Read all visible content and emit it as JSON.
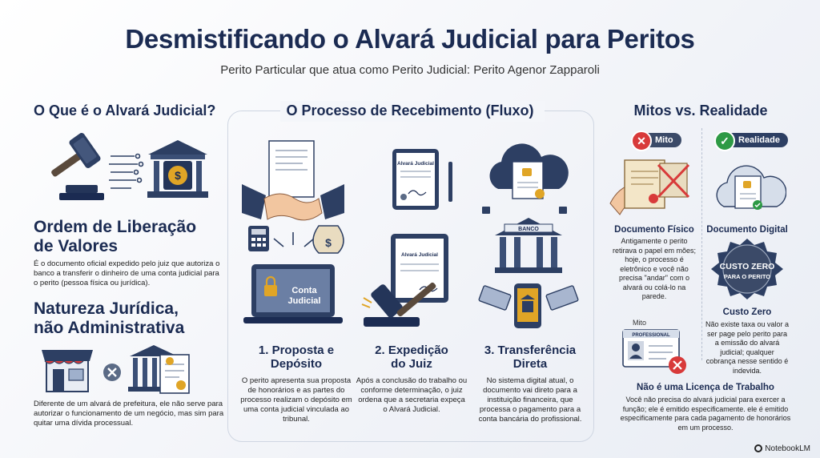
{
  "header": {
    "title": "Desmistificando o Alvará Judicial para Peritos",
    "subtitle": "Perito Particular que atua como Perito Judicial: Perito Agenor Zapparoli"
  },
  "left": {
    "heading": "O Que é o Alvará Judicial?",
    "block1": {
      "title_line1": "Ordem de Liberação",
      "title_line2": "de Valores",
      "text": "É o documento oficial expedido pelo juiz que autoriza o banco a transferir o dinheiro de uma conta judicial para o perito (pessoa física ou jurídica)."
    },
    "block2": {
      "title_line1": "Natureza Jurídica,",
      "title_line2": "não Administrativa",
      "text": "Diferente de um alvará de prefeitura, ele não serve para autorizar o funcionamento de um negócio, mas sim para quitar uma dívida processual."
    }
  },
  "flow": {
    "heading": "O Processo de Recebimento (Fluxo)",
    "laptop_label_line1": "Conta",
    "laptop_label_line2": "Judicial",
    "doc_label": "Alvará Judicial",
    "bank_label": "BANCO",
    "steps": [
      {
        "title_line1": "1. Proposta e",
        "title_line2": "Depósito",
        "text": "O perito apresenta sua proposta de honorários e as partes do processo realizam o depósito em uma conta judicial vinculada ao tribunal."
      },
      {
        "title_line1": "2. Expedição",
        "title_line2": "do Juiz",
        "text": "Após a conclusão do trabalho ou conforme determinação, o juiz ordena que a secretaria expeça o Alvará Judicial."
      },
      {
        "title_line1": "3. Transferência",
        "title_line2": "Direta",
        "text": "No sistema digital atual, o documento vai direto para a instituição financeira, que processa o pagamento para a conta bancária do profissional."
      }
    ]
  },
  "right": {
    "heading": "Mitos vs. Realidade",
    "myth_label": "Mito",
    "reality_label": "Realidade",
    "myth1": {
      "title": "Documento Físico",
      "text": "Antigamente o perito retirava o papel em mões; hoje, o processo é eletrônico e você não precisa \"andar\" com o alvará ou colá-lo na parede."
    },
    "reality1": {
      "title": "Documento Digital"
    },
    "badge_line1": "CUSTO ZERO",
    "badge_line2": "PARA O PERITO",
    "reality2": {
      "title": "Custo Zero",
      "text": "Não existe taxa ou valor a ser page pelo perito para a emissão do alvará judicial; qualquer cobrança nesse sentido é indevida."
    },
    "myth2_label": "Mito",
    "card_label": "PROFESSIONAL",
    "myth2": {
      "title": "Não é uma Licença de Trabalho",
      "text": "Você não precisa do alvará judicial para exercer a função; ele é emitido especificamente. ele é emitido especificamente para cada pagamento de honorários em um processo."
    }
  },
  "watermark": "NotebookLM",
  "colors": {
    "navy": "#1b2b52",
    "red": "#d83a3a",
    "green": "#2e9a45",
    "gold": "#e0a526"
  }
}
